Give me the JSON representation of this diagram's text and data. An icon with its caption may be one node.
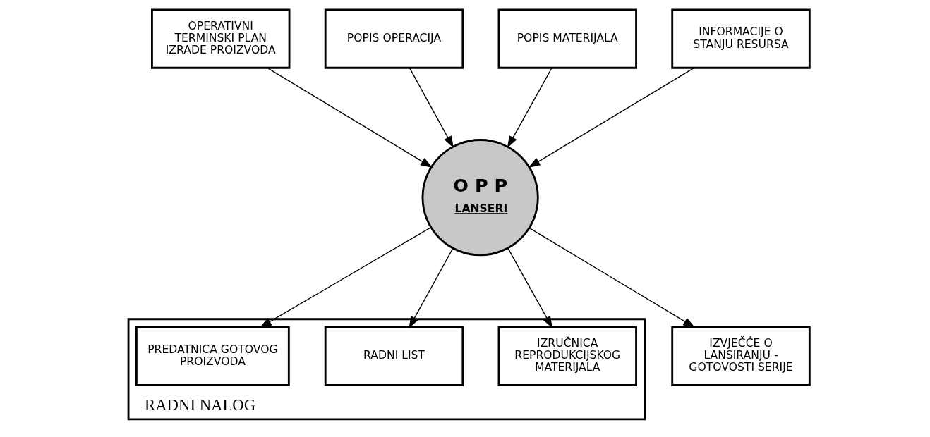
{
  "diagram": {
    "nodes": [
      {
        "text": [
          "OPERATIVNI TERMINSKI PLAN IZRADE PROIZVODA"
        ]
      },
      {
        "text": [
          "POPIS OPERACIJA"
        ]
      },
      {
        "text": [
          "POPIS MATERIJALA"
        ]
      },
      {
        "text": [
          "INFORMACIJE O STANJU RESURSA"
        ]
      },
      {
        "text": [
          "O P P",
          "LANSERI"
        ]
      },
      {
        "text": [
          "RADNI NALOG"
        ]
      },
      {
        "text": [
          "IZRUČNICA REPRODUKCIJSKOG MATERIJALA"
        ],
        "in": 5
      },
      {
        "text": [
          "RADNI LIST"
        ],
        "in": 5
      },
      {
        "text": [
          "PREDATNICA GOTOVOG PROIZVODA"
        ],
        "in": 5
      },
      {
        "text": [
          "IZVJEČĆE O LANSIRANJU - GOTOVOSTI SERIJE"
        ]
      }
    ],
    "edges": [
      {
        "from": 0,
        "to": 4,
        "arrow": "to"
      },
      {
        "from": 1,
        "to": 4,
        "arrow": "to"
      },
      {
        "from": 2,
        "to": 4,
        "arrow": "to"
      },
      {
        "from": 3,
        "to": 4,
        "arrow": "to"
      },
      {
        "from": 4,
        "to": 6,
        "arrow": "to"
      },
      {
        "from": 4,
        "to": 7,
        "arrow": "to"
      },
      {
        "from": 4,
        "to": 8,
        "arrow": "to"
      },
      {
        "from": 4,
        "to": 9,
        "arrow": "to"
      }
    ]
  }
}
